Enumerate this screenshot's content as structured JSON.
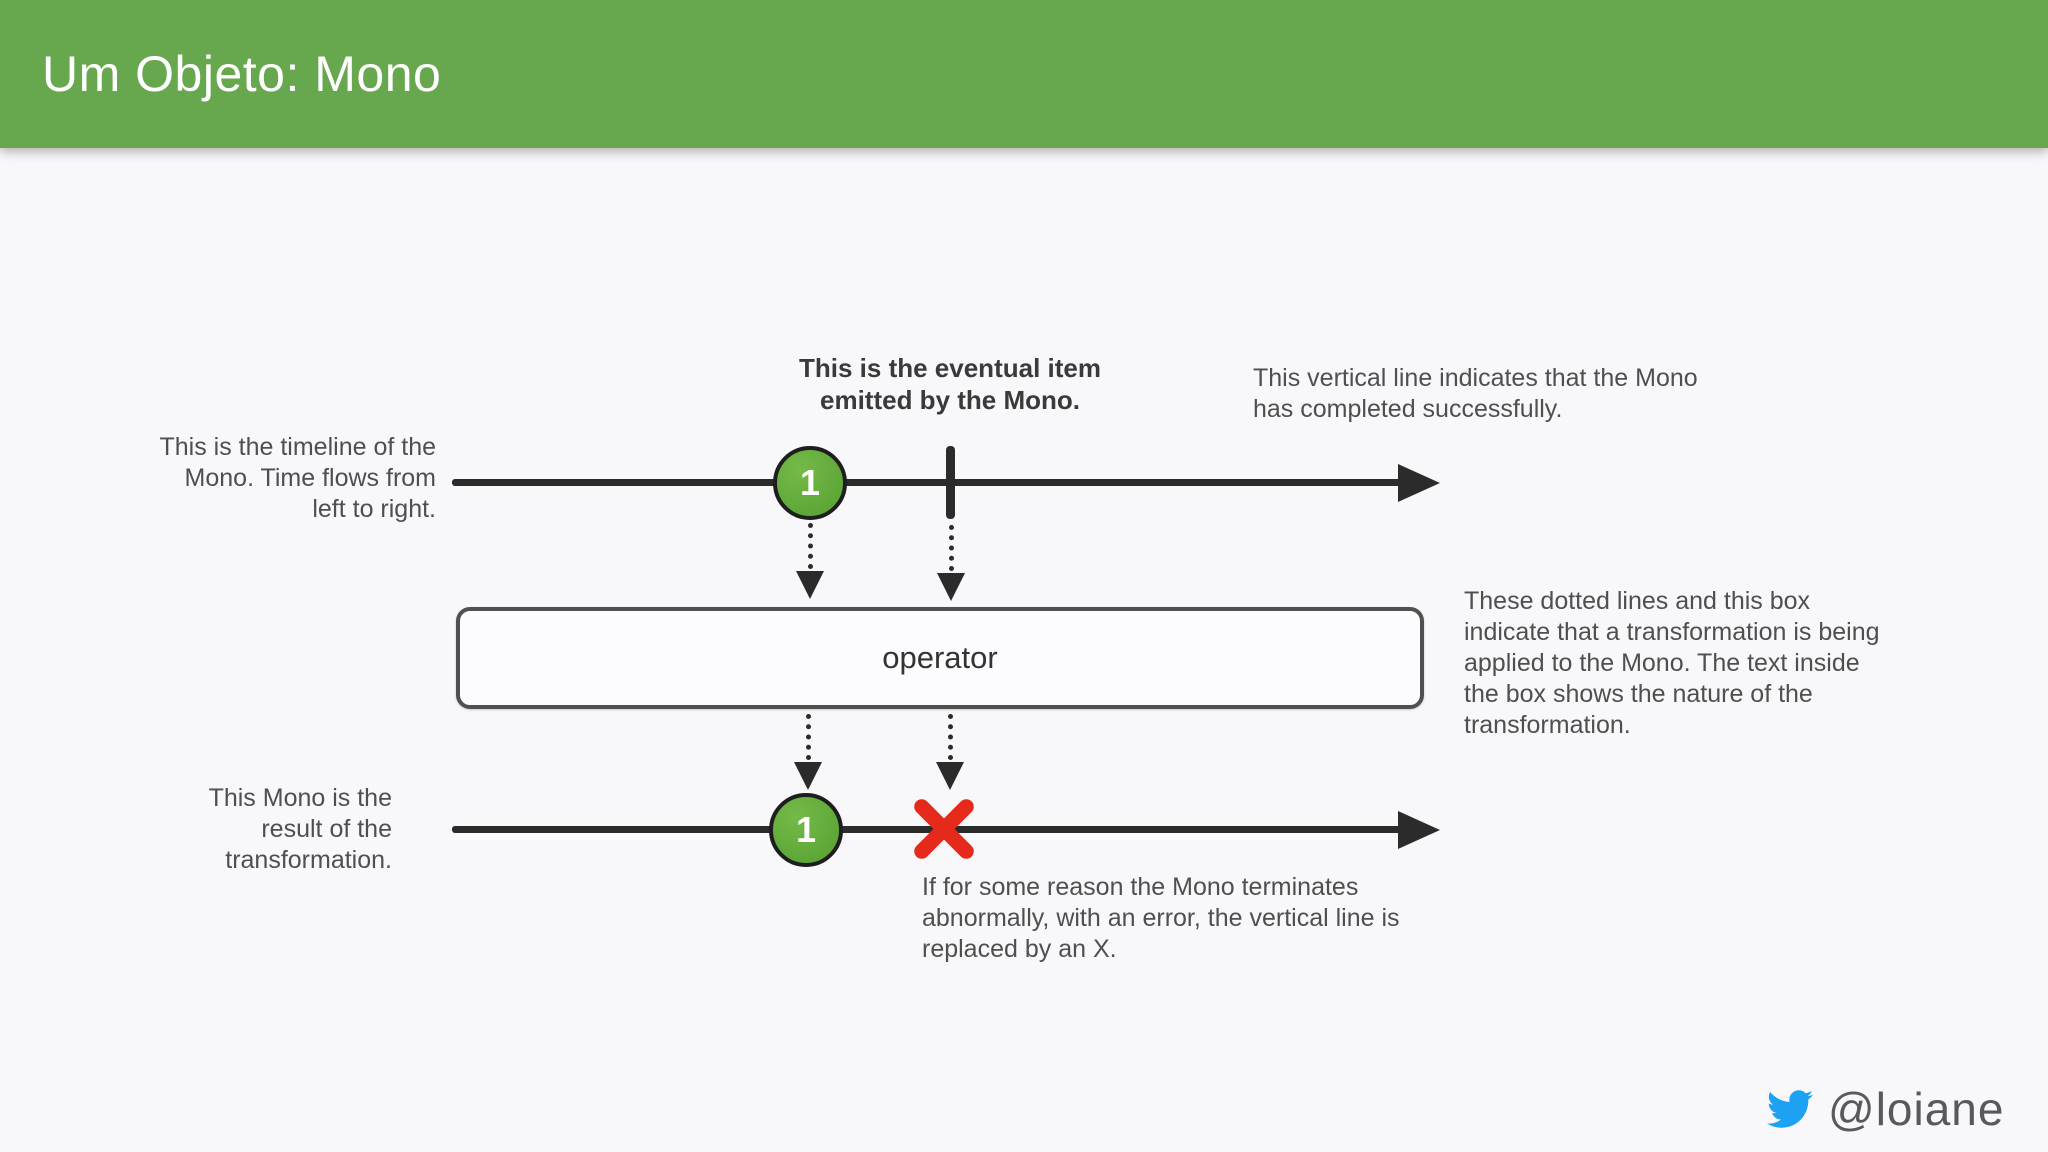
{
  "header": {
    "title": "Um Objeto: Mono",
    "background_color": "#67a84f",
    "title_color": "#ffffff"
  },
  "diagram": {
    "annotations": {
      "eventual_item": "This is the eventual item\nemitted by the Mono.",
      "completed": "This vertical line indicates that the Mono\nhas completed successfully.",
      "timeline": "This is the timeline of the\nMono. Time flows from\nleft to right.",
      "transformation": "These dotted lines and this box\nindicate that a transformation is being\napplied to the Mono. The text inside\nthe box shows the nature of the\ntransformation.",
      "result": "This Mono is the\nresult of the\ntransformation.",
      "error": "If for some reason the Mono terminates\nabnormally, with an error, the vertical line is\nreplaced by an X."
    },
    "operator_label": "operator",
    "marbles": [
      {
        "label": "1"
      },
      {
        "label": "1"
      }
    ],
    "colors": {
      "marble_green": "#5fad3e",
      "marble_border": "#1e1e1e",
      "timeline_black": "#2b2b2b",
      "error_red": "#e5291a",
      "operator_box_border": "#505050",
      "annotation_gray": "#4f4f4f"
    }
  },
  "footer": {
    "twitter_handle": "@loiane",
    "twitter_blue": "#1da1f2"
  }
}
